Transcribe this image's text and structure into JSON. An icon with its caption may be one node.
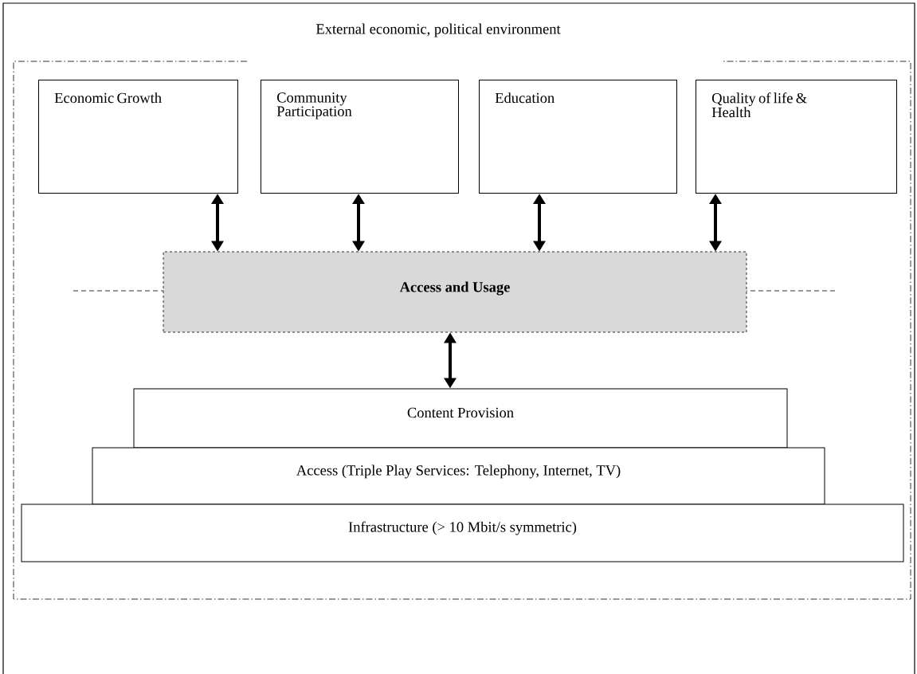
{
  "diagram": {
    "nodes": [
      {
        "text": [
          "External economic, political environment"
        ]
      },
      {
        "text": [
          "Economic Growth"
        ],
        "in": 0
      },
      {
        "text": [
          "Community Participation"
        ],
        "in": 0
      },
      {
        "text": [
          "Education"
        ],
        "in": 0
      },
      {
        "text": [
          "Quality of life & Health"
        ],
        "in": 0
      },
      {
        "text": [
          "Access and Usage"
        ],
        "in": 0
      },
      {
        "text": [
          "Content Provision"
        ],
        "in": 0
      },
      {
        "text": [
          "Access (Triple Play Services: Telephony, Internet, TV)"
        ],
        "in": 0
      },
      {
        "text": [
          "Infrastructure (> 10 Mbit/s symmetric)"
        ],
        "in": 0
      }
    ],
    "edges": [
      {
        "from": 1,
        "to": 5,
        "arrow": "both"
      },
      {
        "from": 2,
        "to": 5,
        "arrow": "both"
      },
      {
        "from": 3,
        "to": 5,
        "arrow": "both"
      },
      {
        "from": 4,
        "to": 5,
        "arrow": "both"
      },
      {
        "from": 5,
        "to": 6,
        "arrow": "both"
      }
    ]
  }
}
